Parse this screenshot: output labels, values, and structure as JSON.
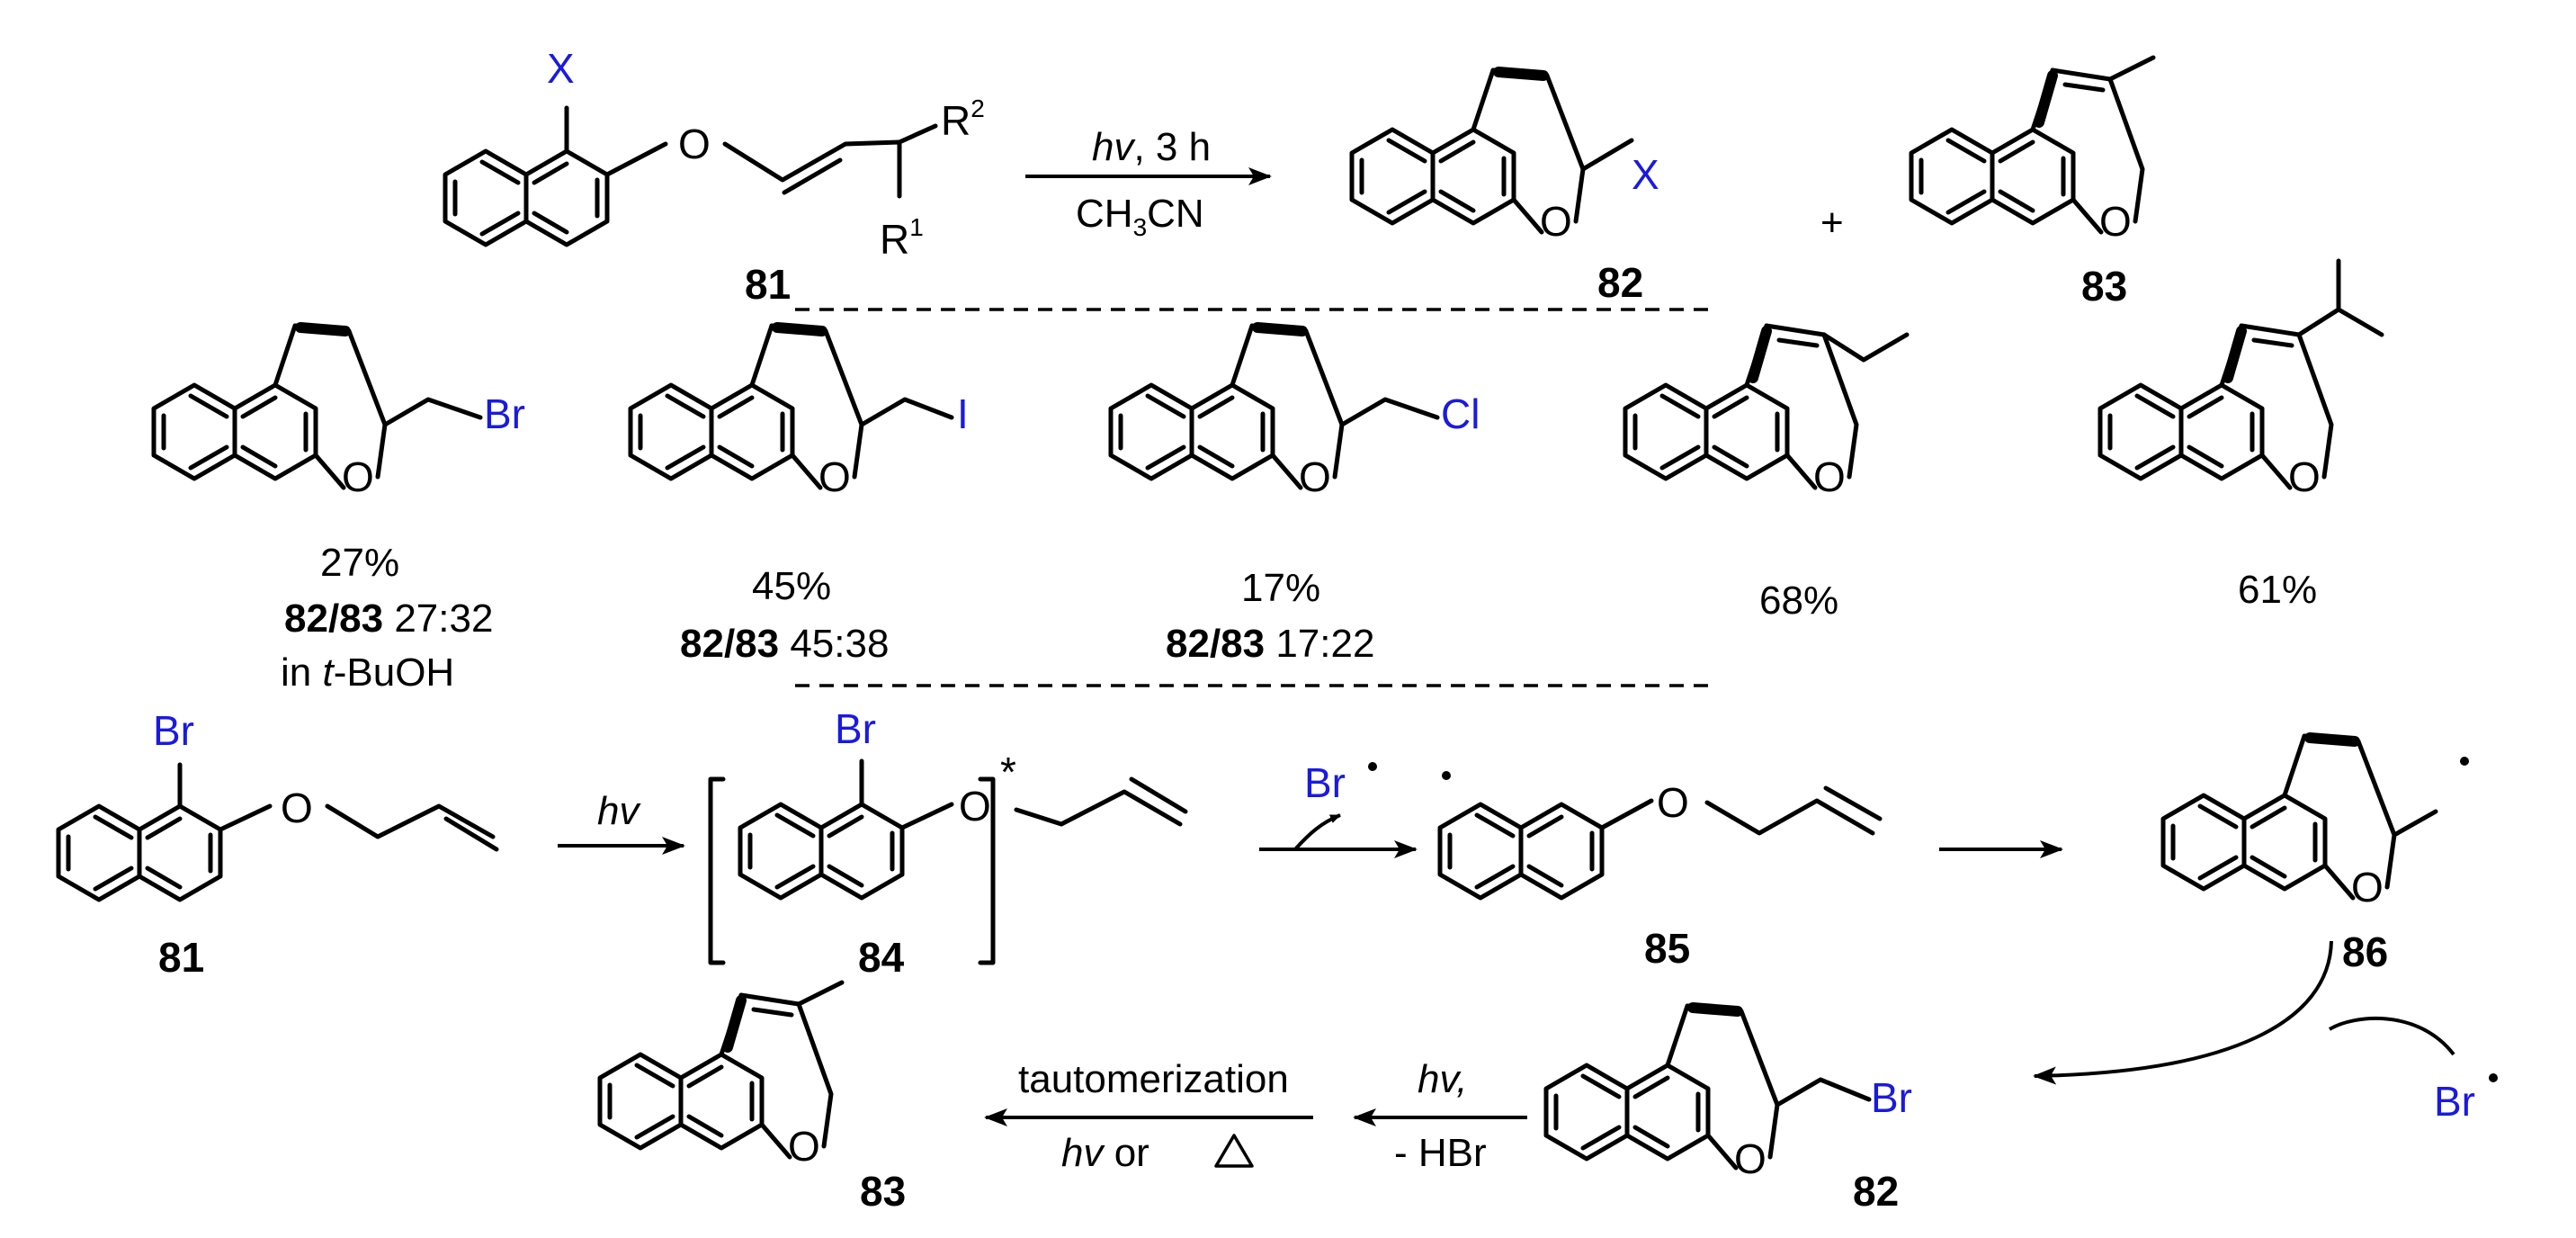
{
  "colors": {
    "substituent": "#1a1adf",
    "ink": "#000000"
  },
  "top": {
    "sm_x": "X",
    "sm_O": "O",
    "r2": "R",
    "r2_sup": "2",
    "r1": "R",
    "r1_sup": "1",
    "label_81": "81",
    "cond_hv": "hv",
    "cond_time": ", 3 h",
    "cond_solvent_a": "CH",
    "cond_solvent_sub": "3",
    "cond_solvent_b": "CN",
    "p82_O": "O",
    "p82_X": "X",
    "label_82": "82",
    "plus": "+",
    "p83_O": "O",
    "label_83": "83"
  },
  "examples": [
    {
      "sub": "Br",
      "O": "O",
      "yield": "27%",
      "ratio_label": "82/83",
      "ratio": " 27:32",
      "note_a": "in ",
      "note_b": "t",
      "note_c": "-BuOH"
    },
    {
      "sub": "I",
      "O": "O",
      "yield": "45%",
      "ratio_label": "82/83",
      "ratio": " 45:38"
    },
    {
      "sub": "Cl",
      "O": "O",
      "yield": "17%",
      "ratio_label": "82/83",
      "ratio": " 17:22"
    },
    {
      "O": "O",
      "yield": "68%"
    },
    {
      "O": "O",
      "yield": "61%"
    }
  ],
  "mechanism": {
    "s81_Br": "Br",
    "s81_O": "O",
    "label_81": "81",
    "arrow1_hv": "hv",
    "i84_Br": "Br",
    "i84_O": "O",
    "i84_star": "*",
    "label_84": "84",
    "br_radical": "Br",
    "i85_O": "O",
    "label_85": "85",
    "i86_O": "O",
    "label_86": "86",
    "br_radical_2": "Br",
    "p82_O": "O",
    "p82_Br": "Br",
    "label_82": "82",
    "arrow_hv": "hv,",
    "arrow_hbr": "- HBr",
    "taut": "tautomerization",
    "taut_hv": "hv",
    "taut_or": " or ",
    "p83_O": "O",
    "label_83": "83"
  }
}
